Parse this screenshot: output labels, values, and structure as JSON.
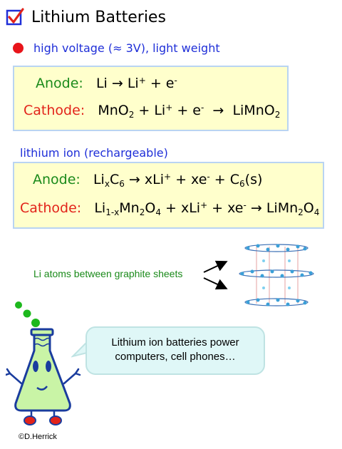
{
  "title": "Lithium Batteries",
  "bullet": "high voltage (≈ 3V), light weight",
  "box1": {
    "anode_label": "Anode:",
    "anode_eq": {
      "a": "Li",
      "arrow": "→",
      "b": "Li",
      "b_sup": "+",
      "plus": "+ e",
      "e_sup": "-"
    },
    "cathode_label": "Cathode:",
    "cathode_eq": {
      "mno": "MnO",
      "sub2": "2",
      "li": " + Li",
      "li_sup": "+",
      "e": " + e",
      "e_sup": "-",
      "arrow": "→",
      "prod": "LiMnO",
      "prod_sub": "2"
    }
  },
  "ion_heading": "lithium ion (rechargeable)",
  "box2": {
    "anode_label": "Anode:",
    "anode_eq": {
      "li": "Li",
      "x": "x",
      "c": "C",
      "six": "6",
      "arrow": "→",
      "xli": "xLi",
      "plus": "+",
      "xe": " + xe",
      "minus": "-",
      "plus_c": " + C",
      "six2": "6",
      "s": "(s)"
    },
    "cathode_label": "Cathode:",
    "cathode_eq": {
      "li": "Li",
      "sub": "1-x",
      "mn": "Mn",
      "two": "2",
      "o": "O",
      "four": "4",
      "xli": " + xLi",
      "plus": "+",
      "xe": " + xe",
      "minus": "-",
      "arrow": "→",
      "prod": "LiMn",
      "p2": "2",
      "po": "O",
      "p4": "4"
    }
  },
  "graphite_label": "Li atoms between graphite sheets",
  "bubble": {
    "line1": "Lithium ion batteries power",
    "line2": "computers, cell phones…"
  },
  "copyright": "©D.Herrick",
  "colors": {
    "blue": "#1f2fd8",
    "green": "#1a8a1a",
    "red": "#e2231a",
    "box_fill": "#ffffcc",
    "box_border": "#b9d4f2"
  }
}
